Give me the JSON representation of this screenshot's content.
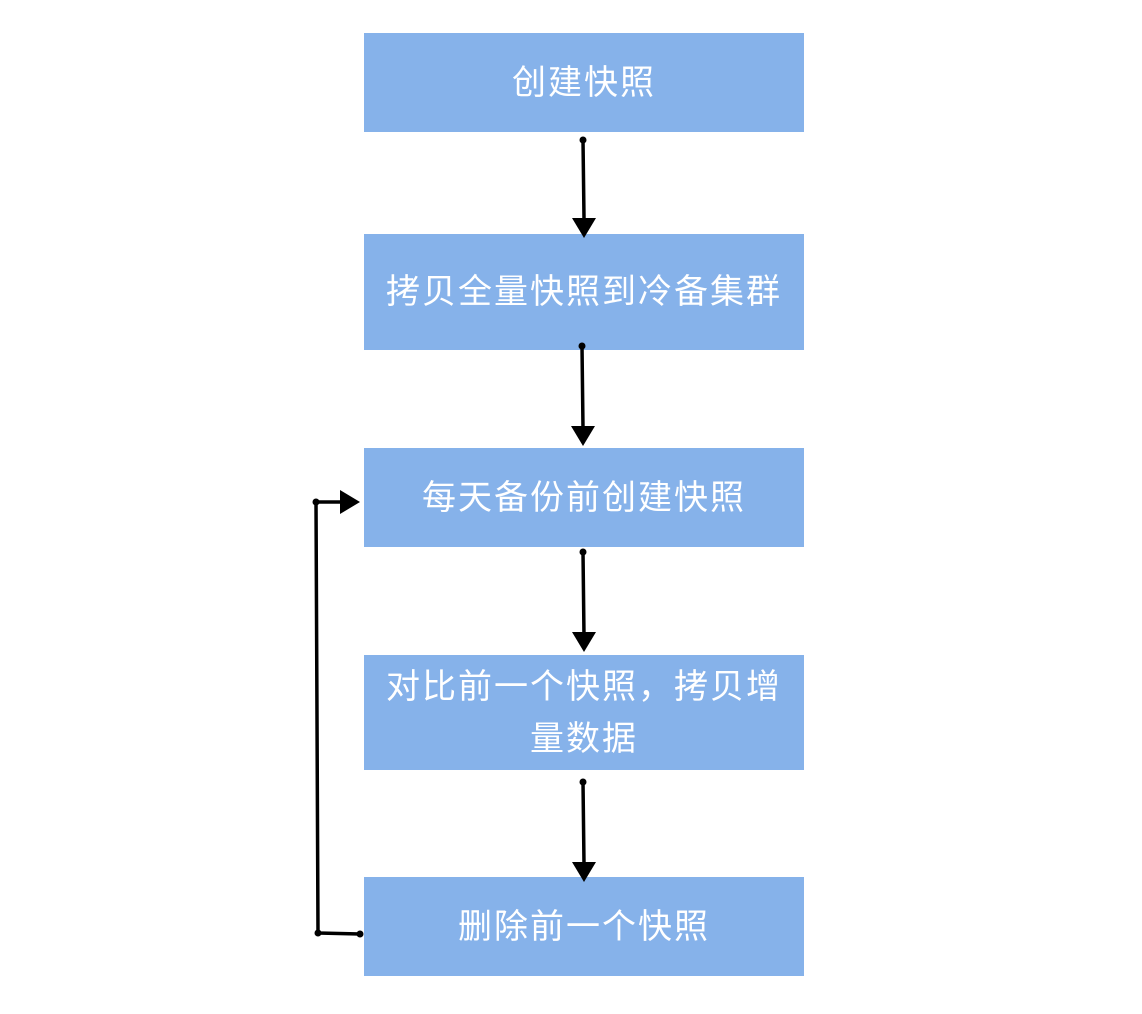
{
  "colors": {
    "box_fill": "#86b2ea",
    "box_text": "#ffffff",
    "arrow": "#000000",
    "background": "#ffffff"
  },
  "steps": [
    {
      "label": "创建快照"
    },
    {
      "label": "拷贝全量快照到冷备集群"
    },
    {
      "label": "每天备份前创建快照"
    },
    {
      "label": "对比前一个快照，拷贝增量数据"
    },
    {
      "label": "删除前一个快照"
    }
  ]
}
